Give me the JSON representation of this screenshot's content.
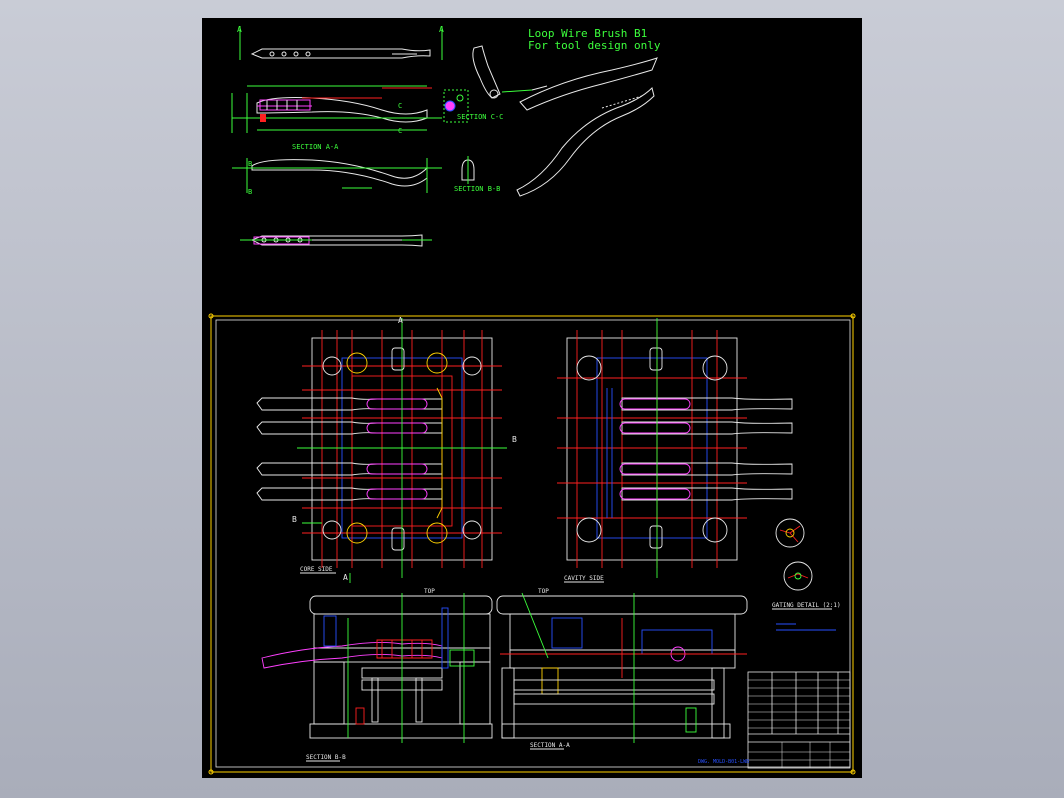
{
  "viewer": {
    "background": "#b4b8c4",
    "sheet_color": "#000000"
  },
  "palette": {
    "white": "#e8e8e8",
    "green": "#3cff3c",
    "red": "#ff2020",
    "yellow": "#ffd200",
    "blue": "#2850ff",
    "cyan": "#20e0e0",
    "magenta": "#ff40ff",
    "orange": "#ff9900"
  },
  "title_note": {
    "line1": "Loop Wire Brush B1",
    "line2": "For tool design only"
  },
  "part_views": {
    "section_cc": "SECTION C-C",
    "section_aa": "SECTION A-A",
    "section_bb": "SECTION B-B",
    "marker_a": "A",
    "marker_b": "B",
    "marker_c": "C"
  },
  "mold_views": {
    "core_side": "CORE SIDE",
    "cavity_side": "CAVITY SIDE",
    "gating_detail": "GATING DETAIL (2:1)",
    "section_bb": "SECTION B-B",
    "section_aa": "SECTION A-A",
    "top_label_1": "TOP",
    "top_label_2": "TOP",
    "section_marker_a": "A",
    "section_marker_b": "B",
    "drawing_no": "DWG. MOLD-B01-LWB"
  }
}
